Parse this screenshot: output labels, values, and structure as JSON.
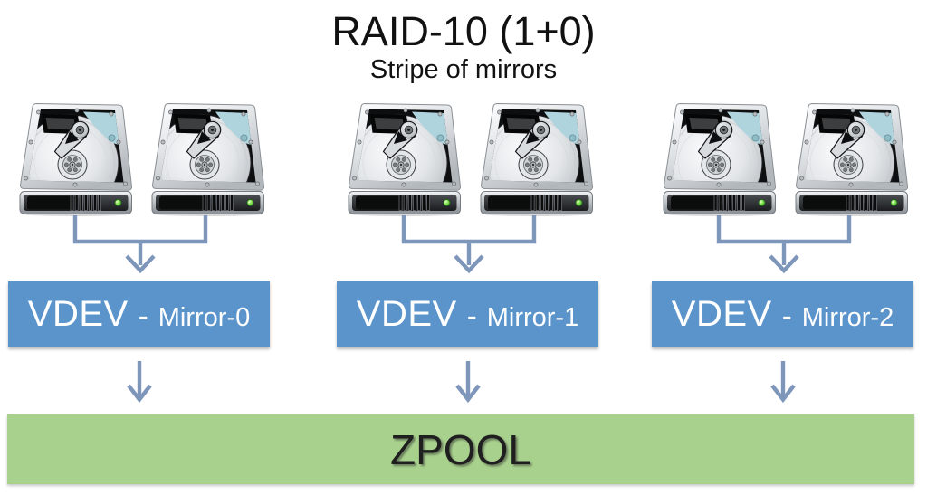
{
  "title": "RAID-10 (1+0)",
  "subtitle": "Stripe of mirrors",
  "colors": {
    "vdev_fill": "#5B94CB",
    "zpool_fill": "#A9D18E",
    "connector": "#7F96BB",
    "title_text": "#111111",
    "vdev_text": "#FFFFFF",
    "zpool_text": "#1F1F1F"
  },
  "mirrors": [
    {
      "vdev_prefix": "VDEV",
      "separator": "-",
      "vdev_suffix": "Mirror-0",
      "disk_count": 2,
      "disk_icon": "hard-drive-icon",
      "led_color": "#58C431"
    },
    {
      "vdev_prefix": "VDEV",
      "separator": "-",
      "vdev_suffix": "Mirror-1",
      "disk_count": 2,
      "disk_icon": "hard-drive-icon",
      "led_color": "#58C431"
    },
    {
      "vdev_prefix": "VDEV",
      "separator": "-",
      "vdev_suffix": "Mirror-2",
      "disk_count": 2,
      "disk_icon": "hard-drive-icon",
      "led_color": "#58C431"
    }
  ],
  "zpool": {
    "label": "ZPOOL"
  }
}
